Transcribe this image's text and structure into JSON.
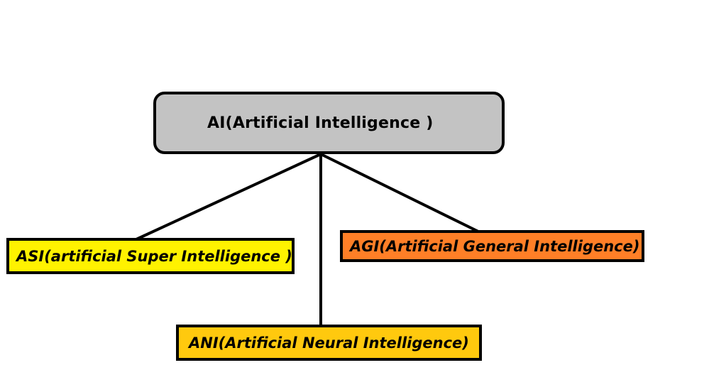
{
  "diagram": {
    "root": {
      "label": "AI(Artificial Intelligence )",
      "fill": "#c3c3c3"
    },
    "children": {
      "asi": {
        "label": "ASI(artificial Super Intelligence )",
        "fill": "#fff200"
      },
      "agi": {
        "label": "AGI(Artificial General Intelligence)",
        "fill": "#ff7f27"
      },
      "ani": {
        "label": "ANI(Artificial Neural Intelligence)",
        "fill": "#ffc90e"
      }
    },
    "line_color": "#000000"
  }
}
